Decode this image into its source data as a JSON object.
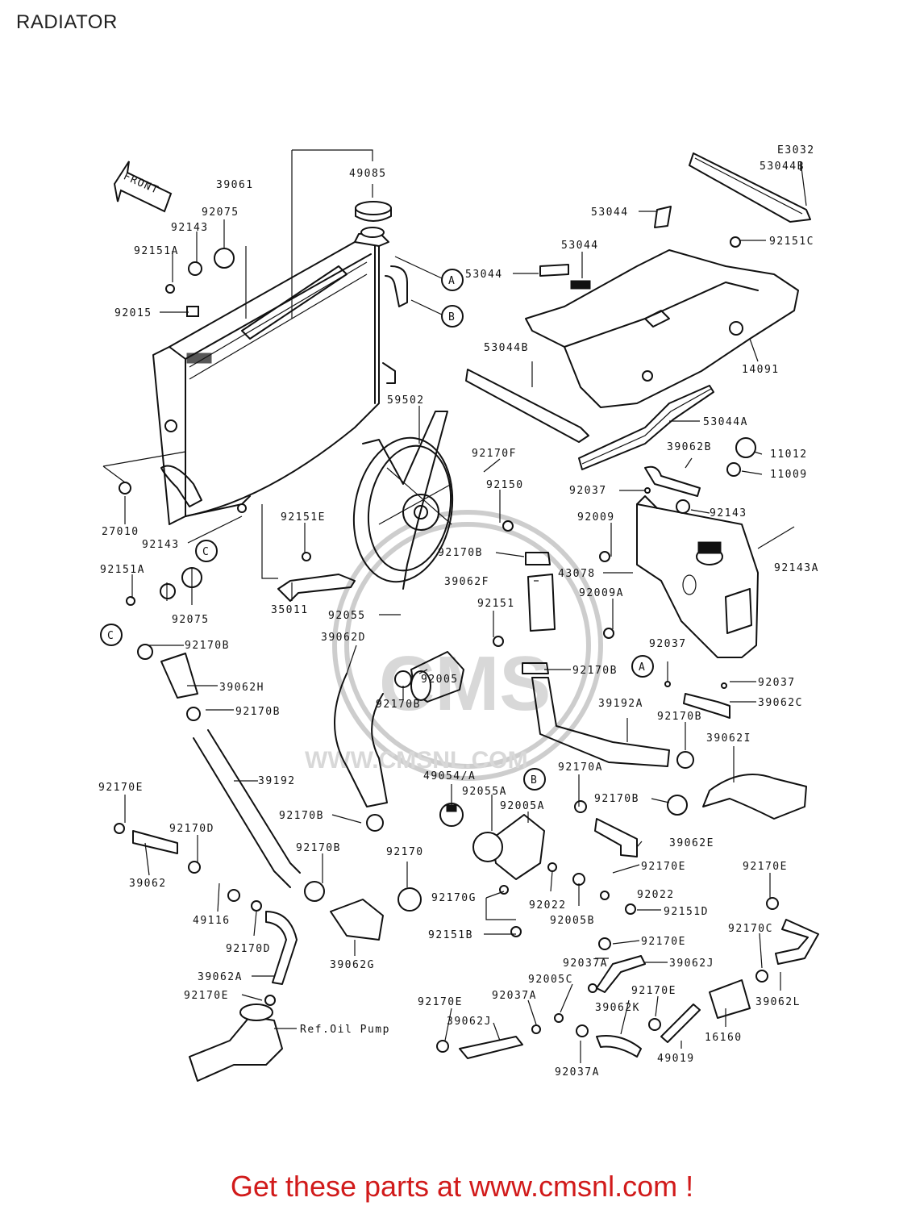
{
  "page": {
    "title": "RADIATOR",
    "diagram_code": "E3032",
    "footer": "Get these parts at www.cmsnl.com !"
  },
  "watermark": {
    "logo": "CMS",
    "url": "WWW.CMSNL.COM"
  },
  "direction_arrow": "FRONT",
  "callouts": [
    "A",
    "B",
    "C"
  ],
  "reference_note": "Ref.Oil Pump",
  "parts": [
    "39061",
    "49085",
    "53044B",
    "53044",
    "53044",
    "53044",
    "92151C",
    "92075",
    "92143",
    "92151A",
    "92015",
    "53044B",
    "14091",
    "59502",
    "92170F",
    "53044A",
    "39062B",
    "11012",
    "11009",
    "92150",
    "92037",
    "92143",
    "92009",
    "43078",
    "92143A",
    "27010",
    "92151E",
    "92143",
    "92151A",
    "92075",
    "92170B",
    "35011",
    "39062F",
    "92009A",
    "92055",
    "92151",
    "39062D",
    "92005",
    "92170B",
    "92037",
    "92170B",
    "39062H",
    "92170B",
    "92170B",
    "92037",
    "39062C",
    "39192A",
    "92170B",
    "39062I",
    "39192",
    "92170A",
    "49054/A",
    "92055A",
    "92170B",
    "92005A",
    "92170E",
    "92170D",
    "92170B",
    "39062E",
    "92170B",
    "92170",
    "92170E",
    "92170E",
    "39062",
    "92022",
    "92170G",
    "92022",
    "49116",
    "92005B",
    "92151D",
    "92170D",
    "92151B",
    "92170E",
    "92170C",
    "92037A",
    "39062J",
    "39062G",
    "39062A",
    "92005C",
    "92170E",
    "92170E",
    "92037A",
    "39062K",
    "39062L",
    "92170E",
    "39062J",
    "16160",
    "49019",
    "92037A"
  ]
}
